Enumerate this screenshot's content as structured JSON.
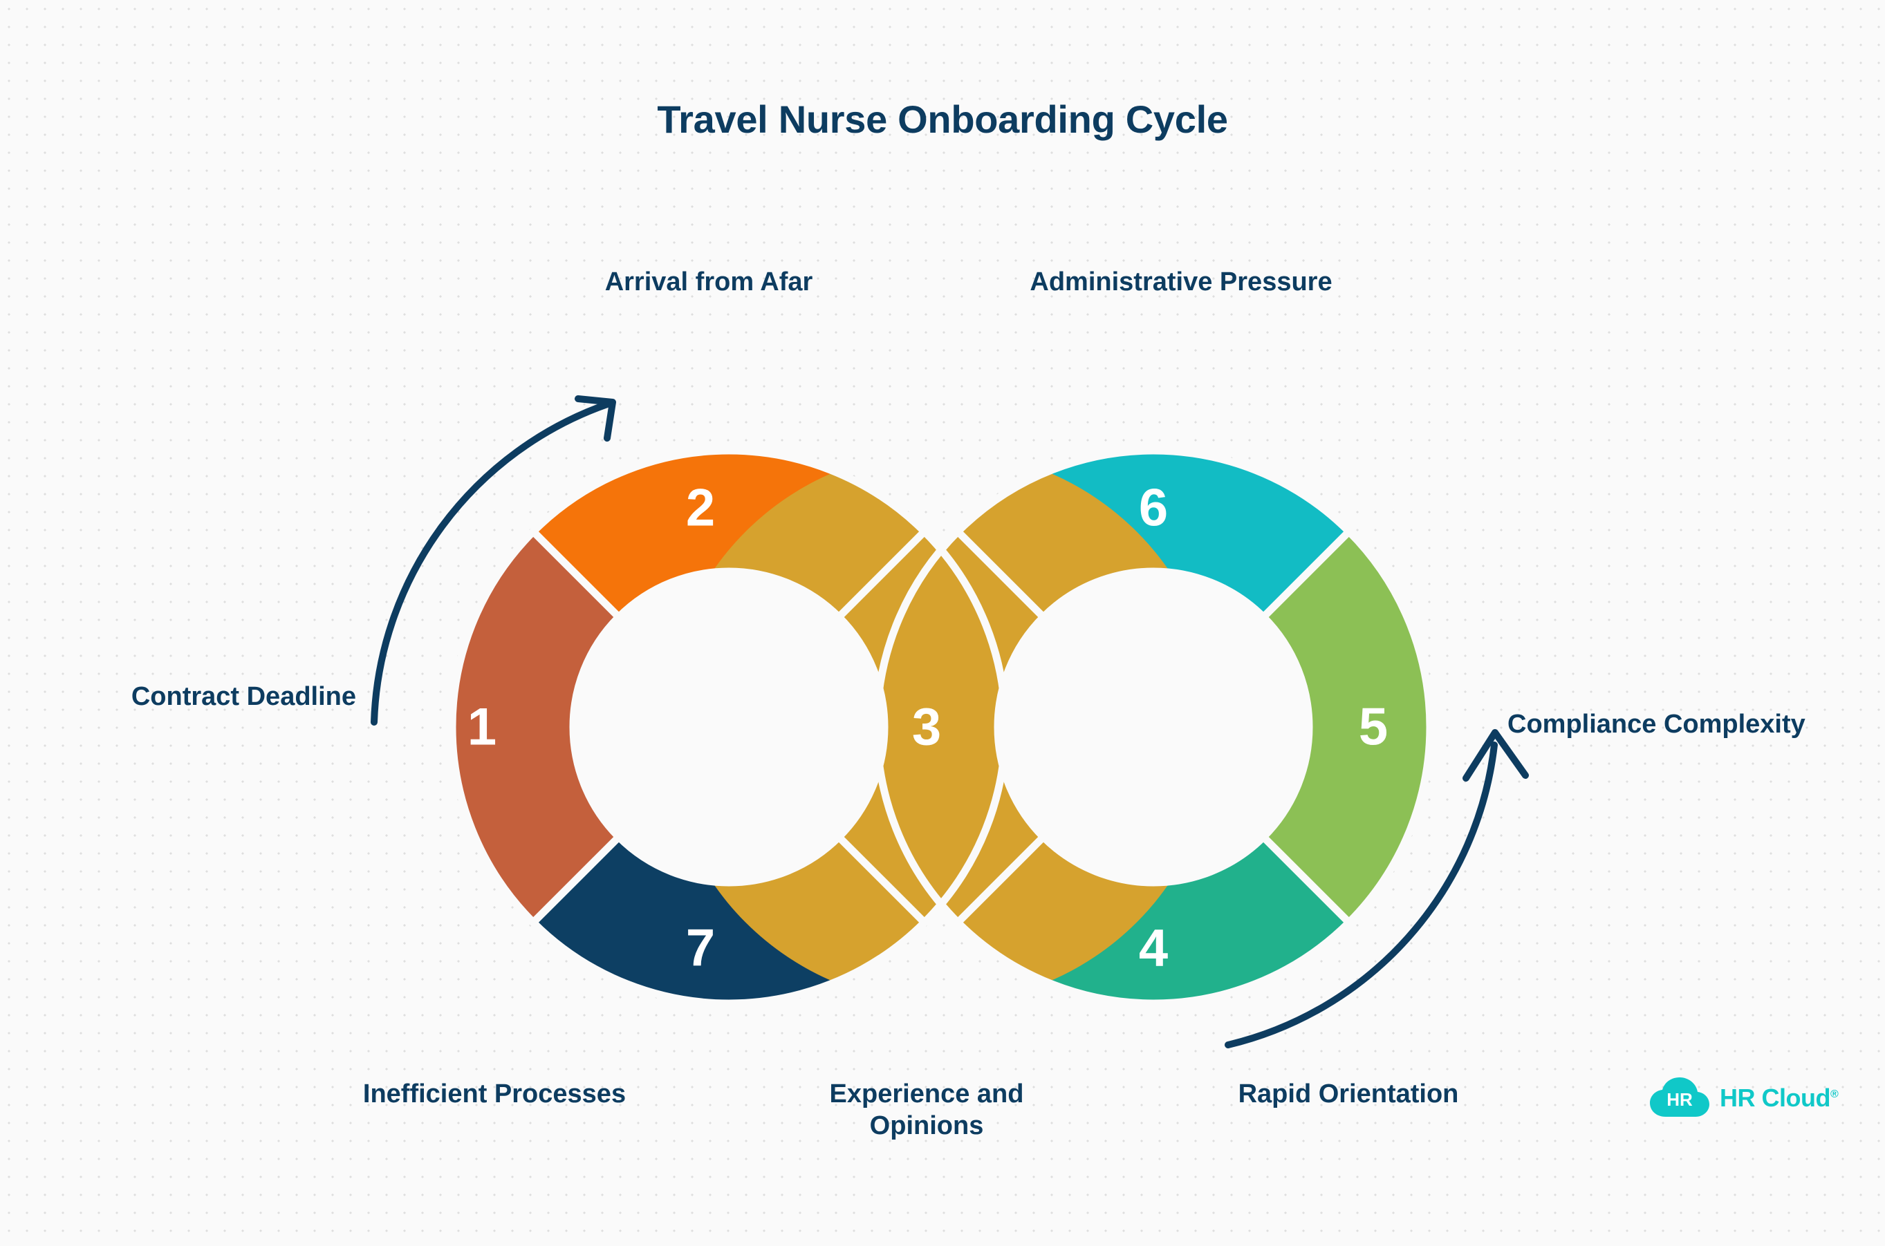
{
  "page": {
    "title": "Travel Nurse Onboarding Cycle",
    "background_color": "#fafafa",
    "accent_navy": "#0d3c60"
  },
  "chart_data": {
    "type": "pie",
    "title": "Travel Nurse Onboarding Cycle",
    "layout": "figure-eight double donut, two overlapping rings of segments, numbered 1-7",
    "legend_position": "labels placed around the outside of the rings",
    "grid": false,
    "segments": [
      {
        "number": "1",
        "label": "Contract Deadline",
        "color": "#c4603c",
        "ring": "left",
        "position": "left"
      },
      {
        "number": "2",
        "label": "Arrival from Afar",
        "color": "#f5740a",
        "ring": "left",
        "position": "top"
      },
      {
        "number": "3",
        "label": "Experience and\nOpinions",
        "color": "#d6a22e",
        "ring": "center-overlap",
        "position": "center"
      },
      {
        "number": "4",
        "label": "Rapid Orientation",
        "color": "#21b18c",
        "ring": "right",
        "position": "bottom"
      },
      {
        "number": "5",
        "label": "Compliance Complexity",
        "color": "#8cc055",
        "ring": "right",
        "position": "right"
      },
      {
        "number": "6",
        "label": "Administrative Pressure",
        "color": "#12bcc4",
        "ring": "right",
        "position": "top"
      },
      {
        "number": "7",
        "label": "Inefficient Processes",
        "color": "#0d3f63",
        "ring": "left",
        "position": "bottom"
      }
    ]
  },
  "labels": {
    "arrival_from_afar": "Arrival from Afar",
    "administrative_pressure": "Administrative Pressure",
    "contract_deadline": "Contract Deadline",
    "compliance_complexity": "Compliance Complexity",
    "inefficient_processes": "Inefficient Processes",
    "experience_and_opinions": "Experience and\nOpinions",
    "rapid_orientation": "Rapid Orientation"
  },
  "numbers": {
    "n1": "1",
    "n2": "2",
    "n3": "3",
    "n4": "4",
    "n5": "5",
    "n6": "6",
    "n7": "7"
  },
  "arrows": {
    "left_arrow": "curved arrow sweeping up the left ring, arrowhead pointing up-right",
    "right_arrow": "curved arrow sweeping up the right ring, arrowhead pointing up"
  },
  "brand": {
    "badge_text": "HR",
    "wordmark": "HR Cloud",
    "registered_mark": "®",
    "color": "#10c8c8"
  }
}
